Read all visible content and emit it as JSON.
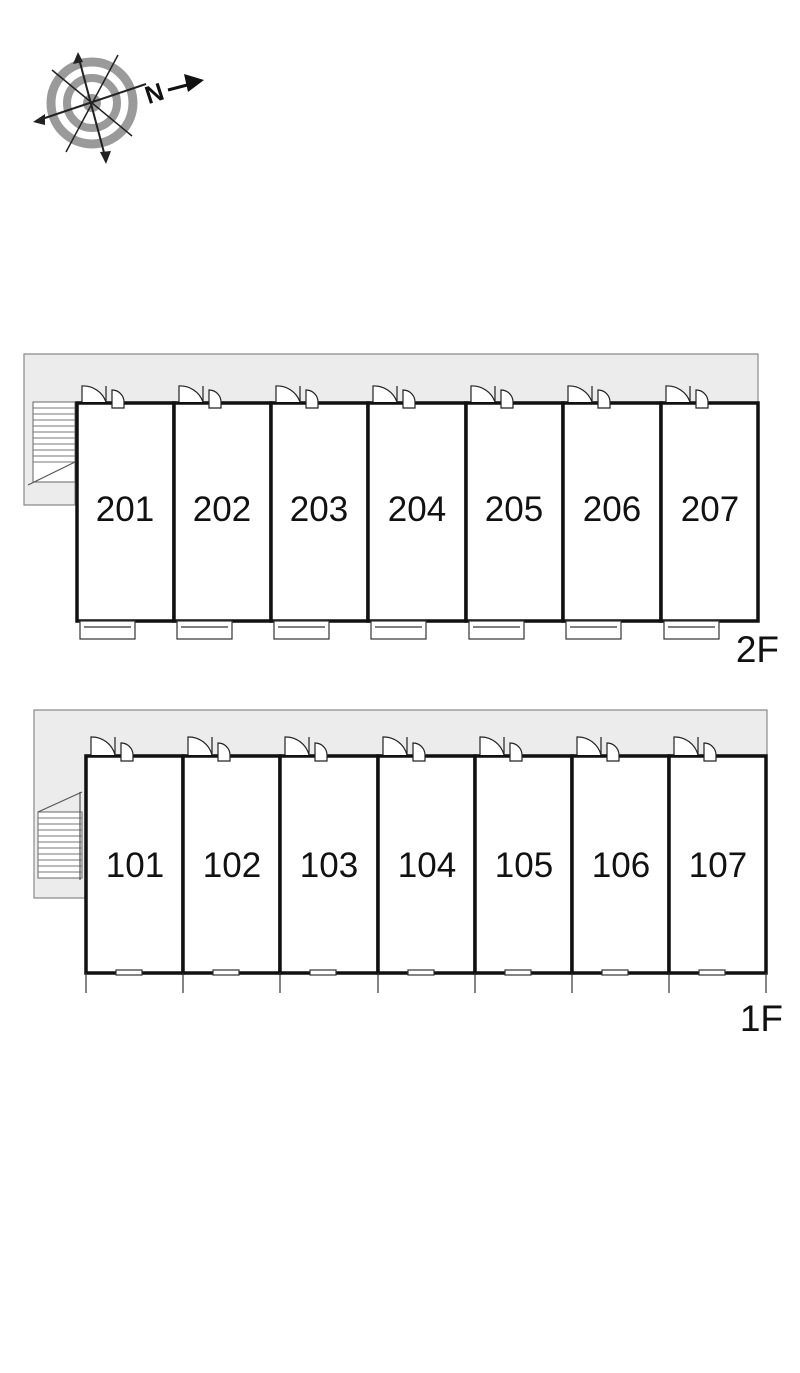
{
  "compass": {
    "north_letter": "N",
    "icon": "compass-rose-icon"
  },
  "floors": [
    {
      "id": "2F",
      "label": "2F",
      "units": [
        {
          "number": "201"
        },
        {
          "number": "202"
        },
        {
          "number": "203"
        },
        {
          "number": "204"
        },
        {
          "number": "205"
        },
        {
          "number": "206"
        },
        {
          "number": "207"
        }
      ]
    },
    {
      "id": "1F",
      "label": "1F",
      "units": [
        {
          "number": "101"
        },
        {
          "number": "102"
        },
        {
          "number": "103"
        },
        {
          "number": "104"
        },
        {
          "number": "105"
        },
        {
          "number": "106"
        },
        {
          "number": "107"
        }
      ]
    }
  ],
  "colors": {
    "wall": "#111111",
    "corridor": "#ececec",
    "corridor_edge": "#8a8a8a",
    "compass_ring": "#9a9a9a"
  }
}
